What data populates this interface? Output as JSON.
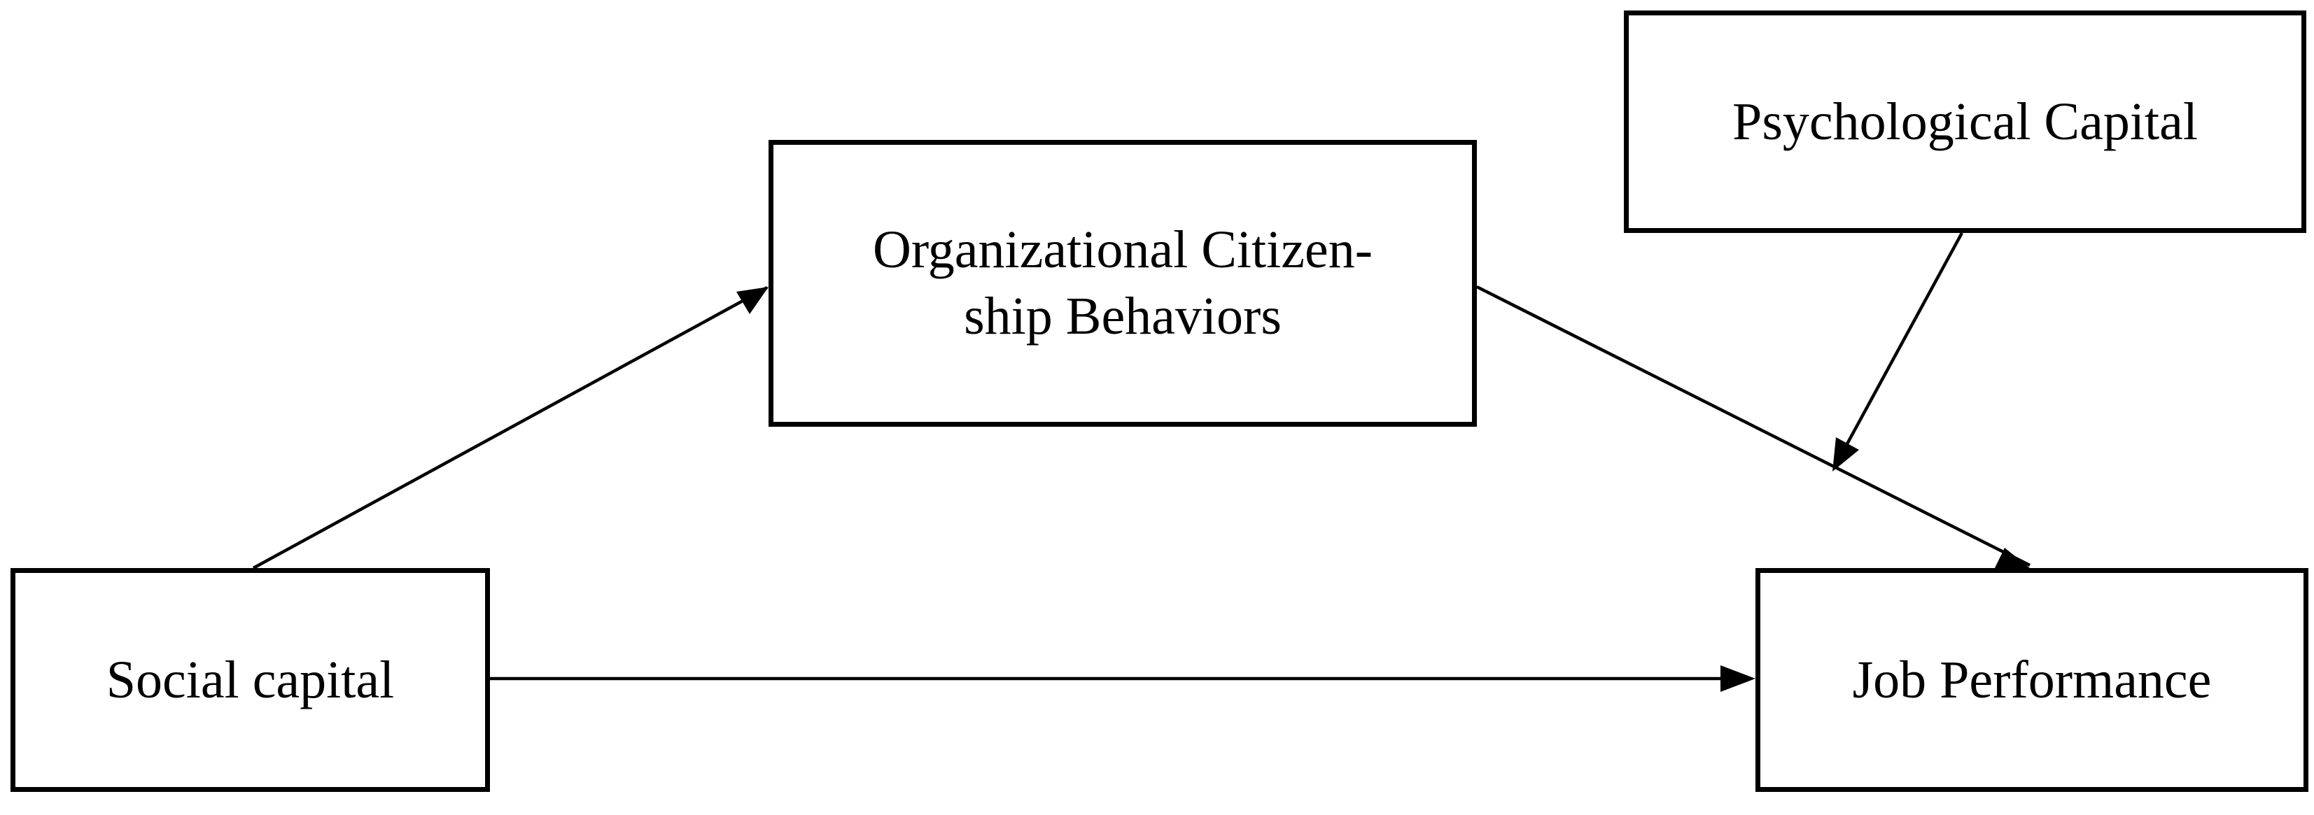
{
  "diagram": {
    "nodes": {
      "social_capital": {
        "label": "Social capital"
      },
      "ocb": {
        "label": "Organizational Citizen-\nship Behaviors"
      },
      "psychological_capital": {
        "label": "Psychological Capital"
      },
      "job_performance": {
        "label": "Job Performance"
      }
    },
    "edges": [
      {
        "from": "social_capital",
        "to": "ocb"
      },
      {
        "from": "ocb",
        "to": "job_performance"
      },
      {
        "from": "social_capital",
        "to": "job_performance"
      },
      {
        "from": "psychological_capital",
        "to": "ocb_to_job_performance_path"
      }
    ],
    "colors": {
      "stroke": "#000000",
      "background": "#ffffff"
    }
  }
}
